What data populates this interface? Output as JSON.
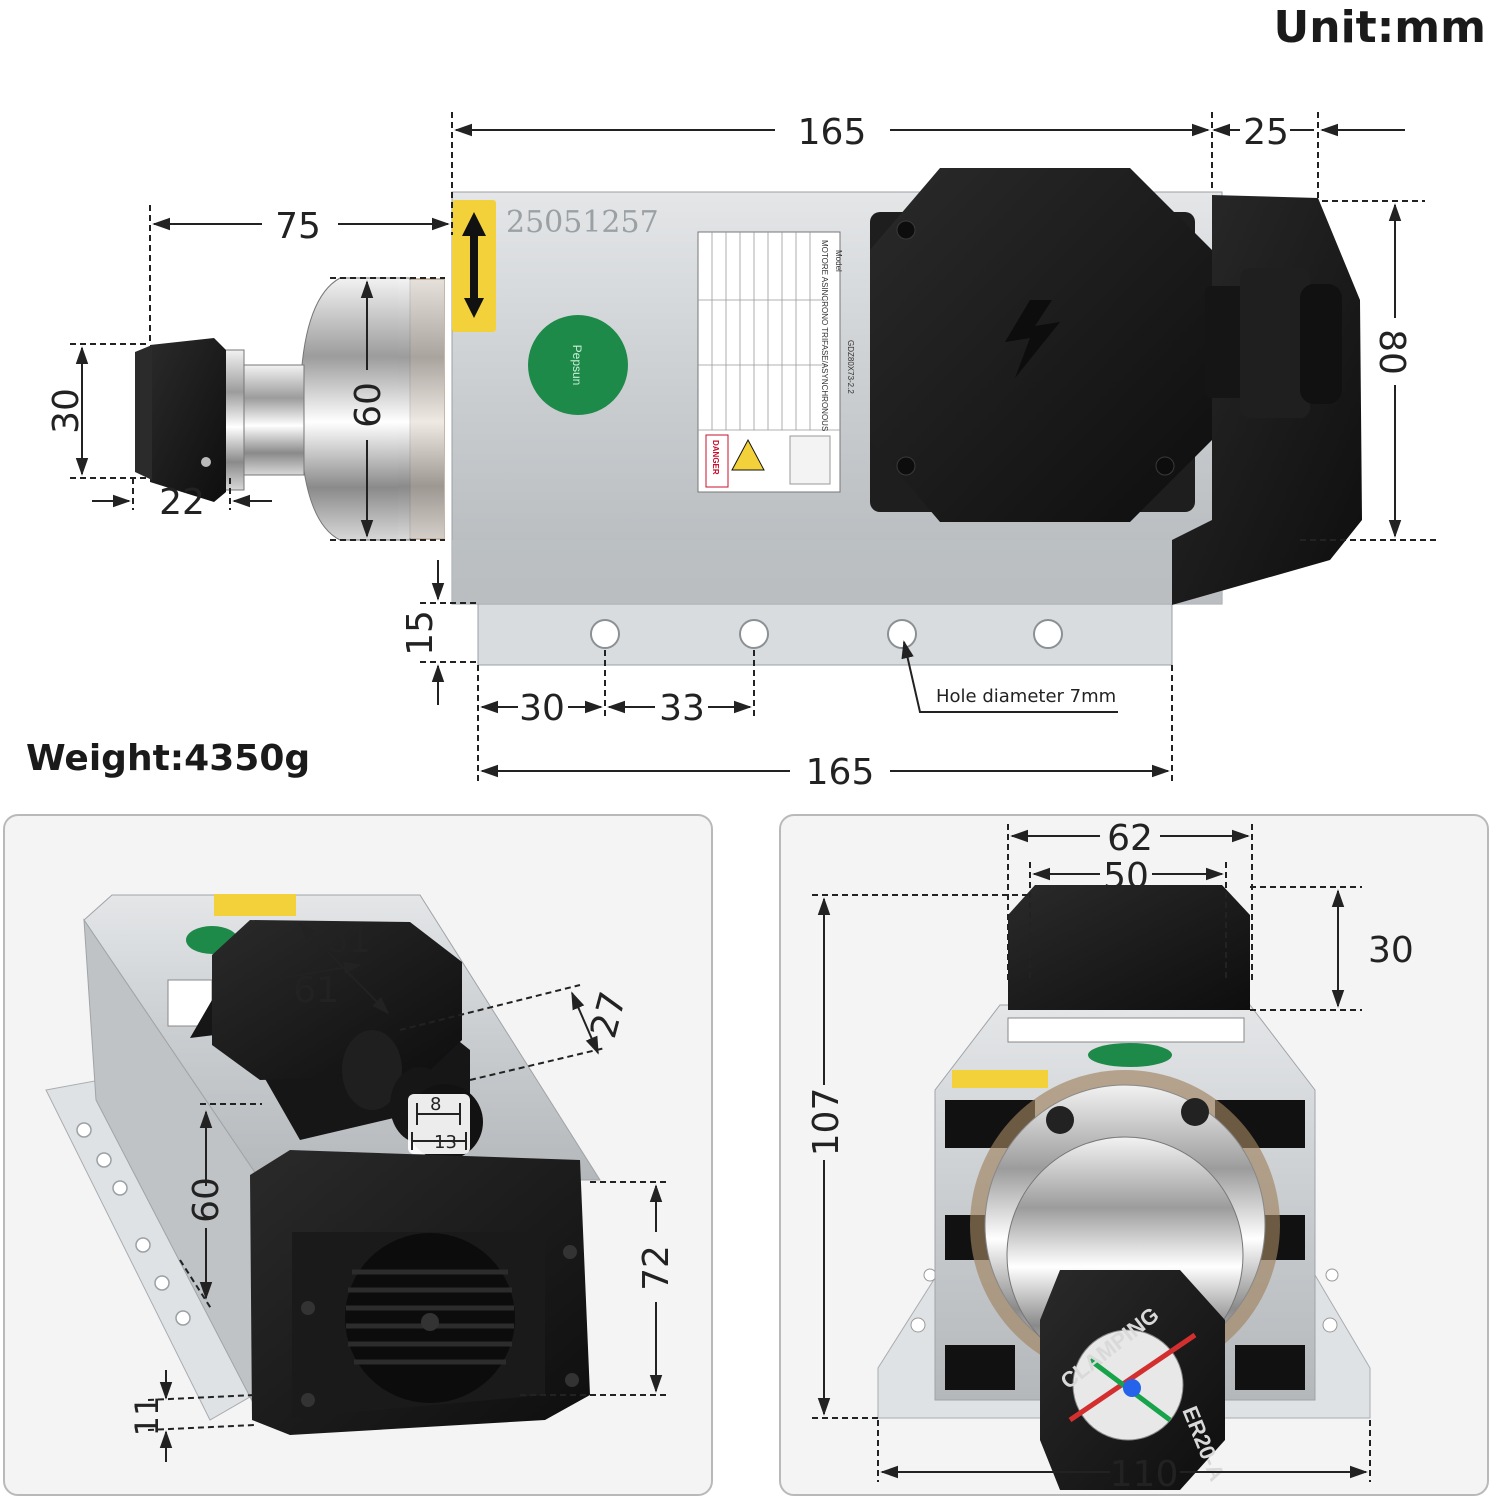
{
  "header": {
    "unit": "Unit:mm",
    "weight": "Weight:4350g"
  },
  "main_view": {
    "serial": "25051257",
    "dims": {
      "body_length": "165",
      "fan_length": "25",
      "collet_length": "75",
      "nut_dia": "30",
      "flange_dia": "60",
      "nut_width": "22",
      "body_height": "80",
      "base_thickness": "15",
      "hole_spacing_first": "30",
      "hole_spacing": "33",
      "base_length": "165"
    },
    "hole_note": "Hole diameter 7mm",
    "nameplate": {
      "model_label": "Model",
      "model": "GDZ80X73-2.2",
      "type": "MOTORE ASINCRONO TRIFASE/ASYNCHRONOUS",
      "logo_text": "Pepsun",
      "danger": "DANGER"
    }
  },
  "left_view": {
    "dims": {
      "box_w": "61",
      "box_d": "61",
      "gland_h": "27",
      "gland_inner": "8",
      "gland_outer": "13",
      "height": "60",
      "fan_height": "72",
      "base": "11"
    }
  },
  "right_view": {
    "dims": {
      "box_outer": "62",
      "box_inner": "50",
      "box_height": "30",
      "total_height": "107",
      "base_width": "110"
    },
    "nut_text_1": "CLAMPING",
    "nut_text_2": "ER20-A"
  },
  "colors": {
    "aluminum": "#cfd3d6",
    "black_part": "#1c1c1c",
    "label_yellow": "#f3d13a",
    "green_sticker": "#1e8a4a",
    "dimension_line": "#222222"
  }
}
